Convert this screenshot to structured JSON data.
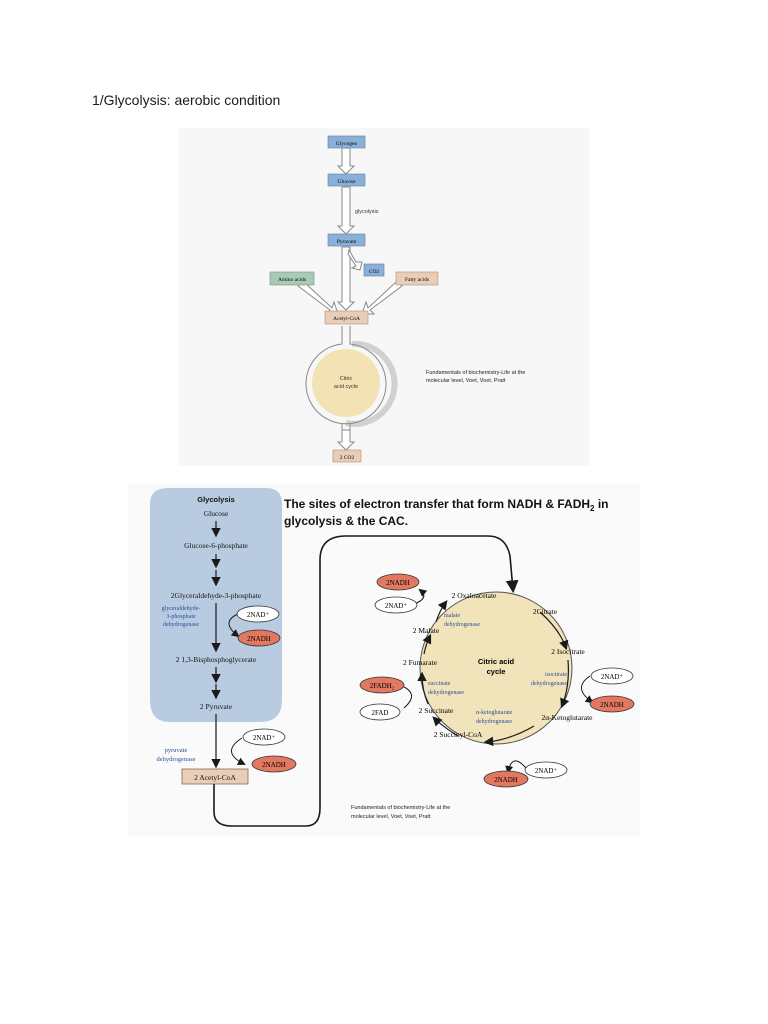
{
  "page": {
    "heading": "1/Glycolysis: aerobic condition"
  },
  "colors": {
    "blue_box": "#8ab0d8",
    "green_box": "#a8cbb8",
    "tan_box": "#e8cdb8",
    "cycle_fill": "#f2e2b4",
    "glycolysis_panel": "#b8cbe0",
    "cac_fill": "#f1e3ba",
    "nadh_fill": "#e27860",
    "enzyme_text": "#2a4f9a"
  },
  "diagram1": {
    "glycogen": "Glycogen",
    "glucose": "Glucose",
    "glycolysis_label": "glycolysis",
    "pyruvate": "Pyruvate",
    "co2": "CO2",
    "amino_acids": "Amino acids",
    "fatty_acids": "Fatty acids",
    "acetyl_coa": "Acetyl-CoA",
    "cycle_line1": "Citric",
    "cycle_line2": "acid cycle",
    "output_co2": "2 CO2",
    "citation_line1": "Fundamentals of biochemistry-Life at the",
    "citation_line2": "molecular level, Voet, Voet,  Pratt"
  },
  "diagram2": {
    "title_line1": "The sites of electron transfer that form NADH & FADH",
    "title_sub": "2",
    "title_suffix": " in",
    "title_line2": "glycolysis & the CAC.",
    "glycolysis_header": "Glycolysis",
    "glucose": "Glucose",
    "glucose6p": "Glucose-6-phosphate",
    "g3p": "2Glyceraldehyde-3-phosphate",
    "gapdh_line1": "glyceraldehyde-",
    "gapdh_line2": "3-phosphate",
    "gapdh_line3": "dehydrogenase",
    "bpg": "2  1,3-Bisphosphoglycerate",
    "pyruvate": "2 Pyruvate",
    "pdh_line1": "pyruvate",
    "pdh_line2": "dehydrogenase",
    "acetyl_coa": "2 Acetyl-CoA",
    "nad_plus": "2NAD⁺",
    "nadh": "2NADH",
    "fadh2": "2FADH₂",
    "fad": "2FAD",
    "oxaloacetate": "2 Oxaloacetate",
    "citrate": "2Citrate",
    "isocitrate": "2 Isocitrate",
    "ketoglutarate": "2α-Ketoglutarate",
    "succinyl_coa": "2 Succinyl-CoA",
    "succinate": "2 Succinate",
    "fumarate": "2 Fumarate",
    "malate": "2 Malate",
    "mdh_line1": "malate",
    "mdh_line2": "dehydrogenase",
    "sdh_line1": "succinate",
    "sdh_line2": "dehydrogenase",
    "idh_line1": "isocitrate",
    "idh_line2": "dehydrogenase",
    "akgdh_line1": "α-ketoglutarate",
    "akgdh_line2": "dehydrogenase",
    "cycle_line1": "Citric acid",
    "cycle_line2": "cycle",
    "citation_line1": "Fundamentals of biochemistry-Life at the",
    "citation_line2": "molecular level, Voet, Voet,  Pratt"
  }
}
